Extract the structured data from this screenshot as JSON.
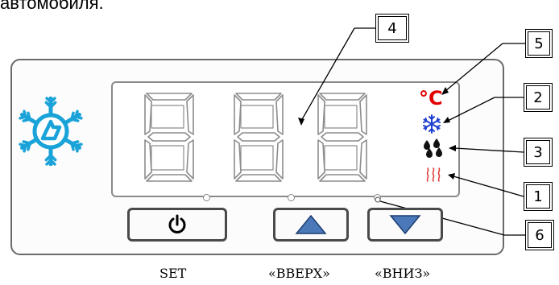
{
  "top_text": "автомобиля.",
  "display": {
    "digits": [
      "8",
      "8",
      "8"
    ]
  },
  "indicators": {
    "celsius": "°C",
    "celsius_color": "#e00000",
    "snowflake_color": "#1f3fd0",
    "drops_color": "#111111",
    "heat_color": "#e04040"
  },
  "callouts": [
    {
      "id": "4",
      "label": "4"
    },
    {
      "id": "5",
      "label": "5"
    },
    {
      "id": "2",
      "label": "2"
    },
    {
      "id": "3",
      "label": "3"
    },
    {
      "id": "1",
      "label": "1"
    },
    {
      "id": "6",
      "label": "6"
    }
  ],
  "buttons": {
    "set": {
      "label": "SET",
      "icon": "power-icon"
    },
    "up": {
      "label": "«ВВЕРХ»",
      "icon": "triangle-up-icon",
      "color": "#4a78b8"
    },
    "down": {
      "label": "«ВНИЗ»",
      "icon": "triangle-down-icon",
      "color": "#4a78b8"
    }
  },
  "logo": {
    "icon": "snowflake-logo",
    "color": "#1aa3d8"
  }
}
